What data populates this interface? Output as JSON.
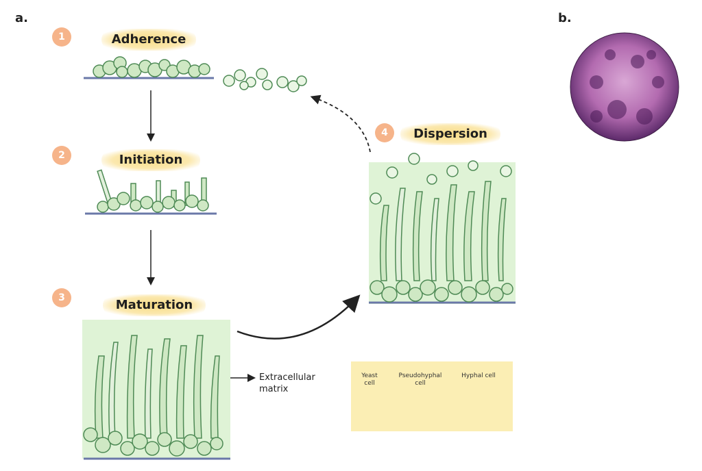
{
  "panels": {
    "a": "a.",
    "b": "b."
  },
  "stages": [
    {
      "number": "1",
      "label": "Adherence"
    },
    {
      "number": "2",
      "label": "Initiation"
    },
    {
      "number": "3",
      "label": "Maturation"
    },
    {
      "number": "4",
      "label": "Dispersion"
    }
  ],
  "ecm_label": {
    "line1": "Extracellular",
    "line2": "matrix"
  },
  "legend": [
    {
      "line1": "Yeast",
      "line2": "cell"
    },
    {
      "line1": "Pseudohyphal",
      "line2": "cell"
    },
    {
      "line1": "Hyphal cell",
      "line2": ""
    }
  ],
  "colors": {
    "cell_fill": "#cfe8c4",
    "cell_stroke": "#4e8a55",
    "matrix_bg": "#dff3d6",
    "surface": "#6a78a8",
    "title_bg": "#f8dc86",
    "number_bg": "#f6b48a",
    "legend_bg": "#fbeeb4",
    "micrograph_purple": "#8a3d8f"
  }
}
